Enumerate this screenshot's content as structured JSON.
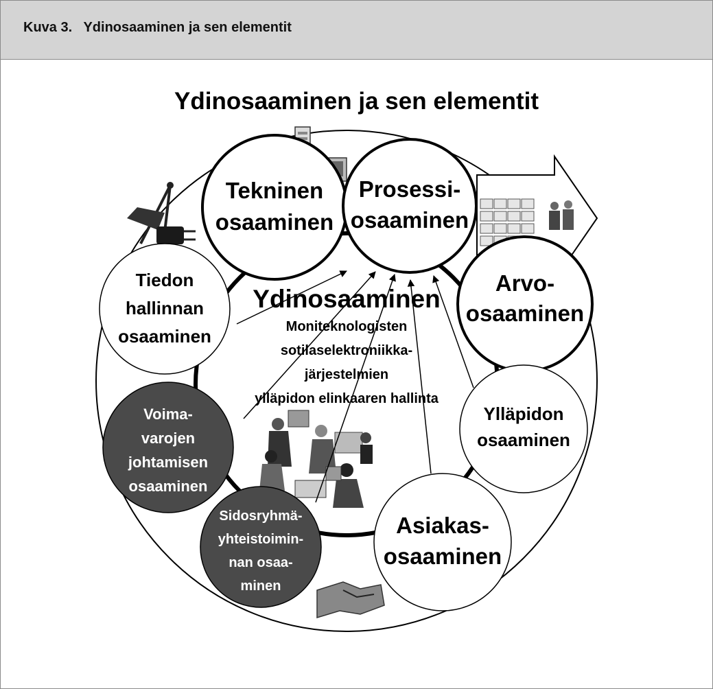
{
  "header": {
    "title": "Kuva 3.   Ydinosaaminen ja sen elementit"
  },
  "diagram": {
    "title": "Ydinosaaminen ja sen elementit",
    "core": {
      "title": "Ydinosaaminen",
      "lines": [
        "Moniteknologisten",
        "sotilaselektroniikka-",
        "järjestelmien",
        "ylläpidon elinkaaren hallinta"
      ]
    },
    "nodes": [
      {
        "id": "tekninen",
        "lines": [
          "Tekninen",
          "osaaminen"
        ],
        "style": "light"
      },
      {
        "id": "prosessi",
        "lines": [
          "Prosessi-",
          "osaaminen"
        ],
        "style": "light"
      },
      {
        "id": "arvo",
        "lines": [
          "Arvo-",
          "osaaminen"
        ],
        "style": "light"
      },
      {
        "id": "tiedon",
        "lines": [
          "Tiedon",
          "hallinnan",
          "osaaminen"
        ],
        "style": "light"
      },
      {
        "id": "yllapidon",
        "lines": [
          "Ylläpidon",
          "osaaminen"
        ],
        "style": "light"
      },
      {
        "id": "asiakas",
        "lines": [
          "Asiakas-",
          "osaaminen"
        ],
        "style": "light"
      },
      {
        "id": "voimavarojen",
        "lines": [
          "Voima-",
          "varojen",
          "johtamisen",
          "osaaminen"
        ],
        "style": "dark"
      },
      {
        "id": "sidosryhma",
        "lines": [
          "Sidosryhmä-",
          "yhteistoimin-",
          "nan osaa-",
          "minen"
        ],
        "style": "dark"
      }
    ],
    "colors": {
      "dark_node": "#4a4a4a",
      "light_node": "#ffffff",
      "header_bg": "#d4d4d4"
    },
    "images": [
      "computer-icon",
      "compass-plug-icon",
      "process-arrow-icon",
      "people-office-icon",
      "handshake-icon"
    ]
  }
}
